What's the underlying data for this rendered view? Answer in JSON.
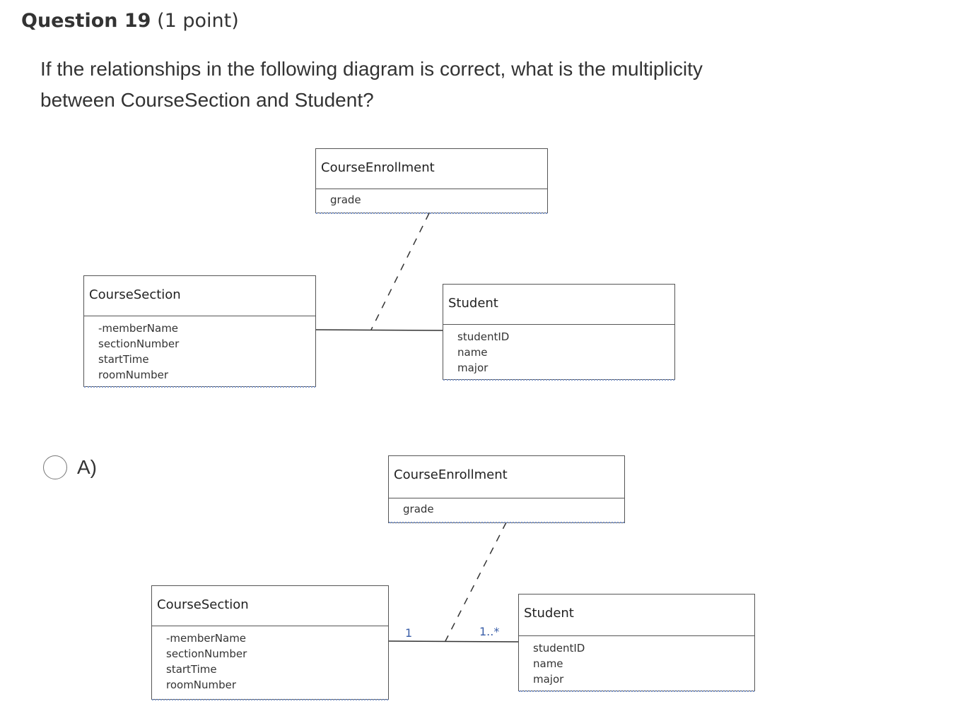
{
  "question": {
    "title": "Question 19",
    "points": "(1 point)",
    "text_line1": "If the relationships in the following diagram is correct, what is the multiplicity",
    "text_line2": "between CourseSection and Student?"
  },
  "diagram_main": {
    "enrollment": {
      "name": "CourseEnrollment",
      "attrs": [
        "grade"
      ]
    },
    "section": {
      "name": "CourseSection",
      "attrs": [
        "-memberName",
        "sectionNumber",
        "startTime",
        "roomNumber"
      ]
    },
    "student": {
      "name": "Student",
      "attrs": [
        "studentID",
        "name",
        "major"
      ]
    }
  },
  "option_a": {
    "label": "A)",
    "enrollment": {
      "name": "CourseEnrollment",
      "attrs": [
        "grade"
      ]
    },
    "section": {
      "name": "CourseSection",
      "attrs": [
        "-memberName",
        "sectionNumber",
        "startTime",
        "roomNumber"
      ]
    },
    "student": {
      "name": "Student",
      "attrs": [
        "studentID",
        "name",
        "major"
      ]
    },
    "mult_left": "1",
    "mult_right": "1..*"
  }
}
